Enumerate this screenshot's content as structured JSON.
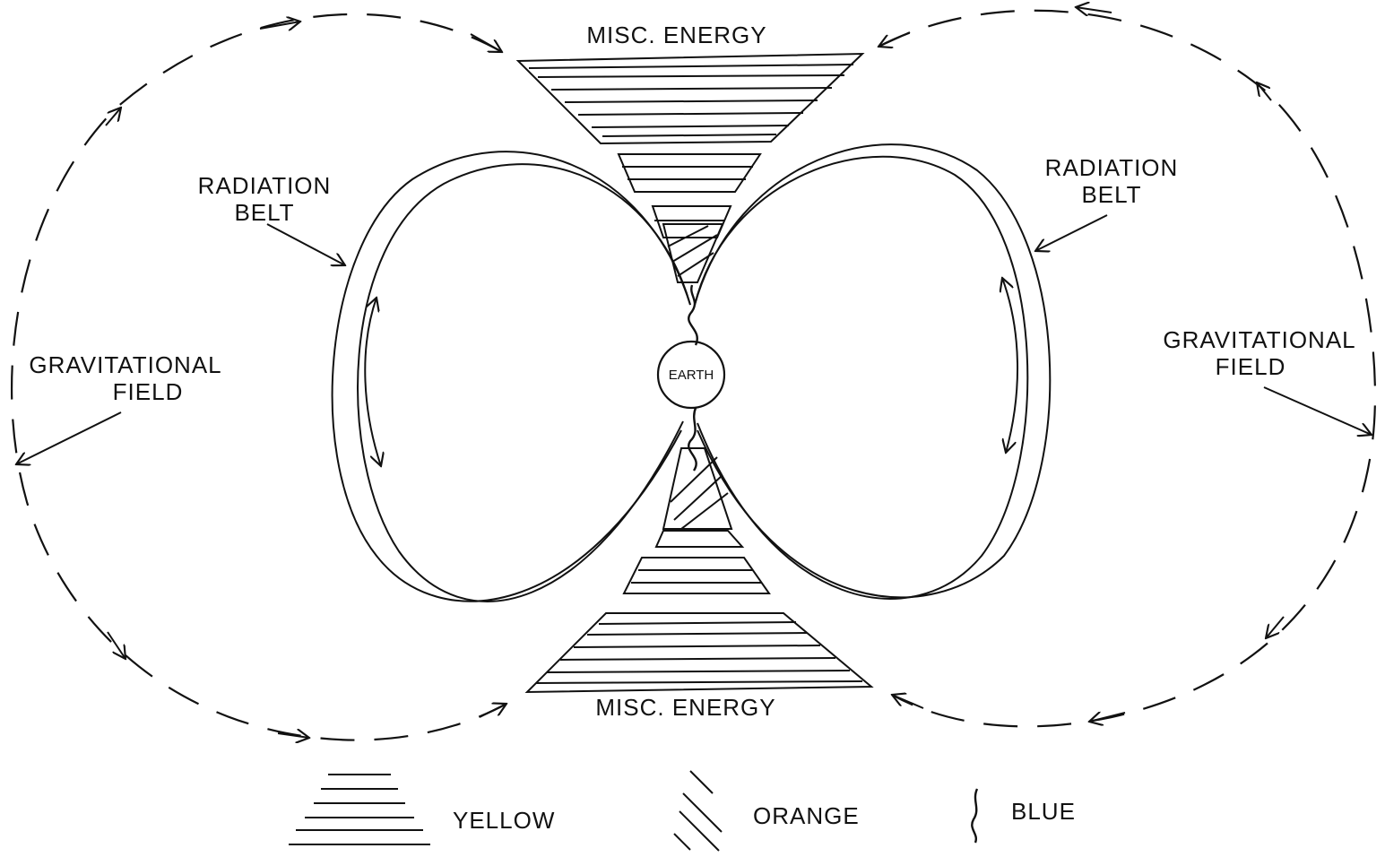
{
  "labels": {
    "misc_energy_top": "MISC. ENERGY",
    "misc_energy_bottom": "MISC. ENERGY",
    "radiation_belt_left": [
      "RADIATION",
      "BELT"
    ],
    "radiation_belt_right": [
      "RADIATION",
      "BELT"
    ],
    "gravitational_field_left": [
      "GRAVITATIONAL",
      "FIELD"
    ],
    "gravitational_field_right": [
      "GRAVITATIONAL",
      "FIELD"
    ],
    "earth": "EARTH"
  },
  "legend": [
    {
      "pattern": "horizontal-hatch",
      "label": "YELLOW"
    },
    {
      "pattern": "diagonal-hatch",
      "label": "ORANGE"
    },
    {
      "pattern": "squiggle",
      "label": "BLUE"
    }
  ],
  "colors": {
    "ink": "#111111",
    "background": "#ffffff"
  }
}
